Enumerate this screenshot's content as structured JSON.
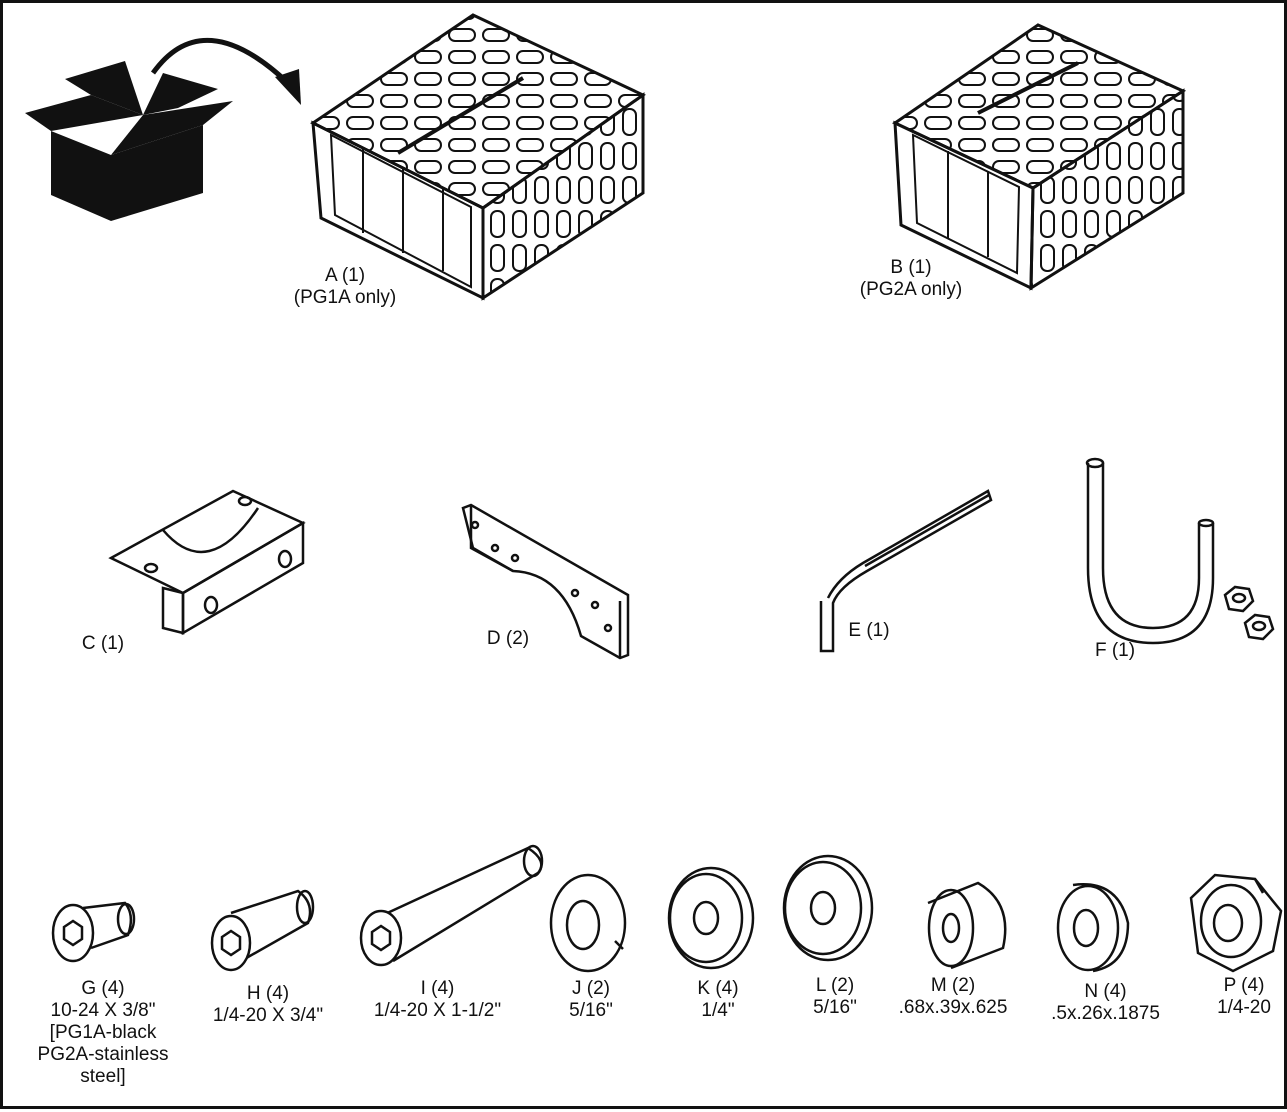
{
  "parts": {
    "A": {
      "label": "A (1)",
      "note": "(PG1A only)"
    },
    "B": {
      "label": "B (1)",
      "note": "(PG2A only)"
    },
    "C": {
      "label": "C (1)"
    },
    "D": {
      "label": "D (2)"
    },
    "E": {
      "label": "E (1)"
    },
    "F": {
      "label": "F (1)"
    },
    "G": {
      "label": "G (4)",
      "size": "10-24 X 3/8\"",
      "note1": "[PG1A-black",
      "note2": "PG2A-stainless",
      "note3": "steel]"
    },
    "H": {
      "label": "H (4)",
      "size": "1/4-20 X 3/4\""
    },
    "I": {
      "label": "I (4)",
      "size": "1/4-20 X 1-1/2\""
    },
    "J": {
      "label": "J (2)",
      "size": "5/16\""
    },
    "K": {
      "label": "K (4)",
      "size": "1/4\""
    },
    "L": {
      "label": "L (2)",
      "size": "5/16\""
    },
    "M": {
      "label": "M (2)",
      "size": ".68x.39x.625"
    },
    "N": {
      "label": "N (4)",
      "size": ".5x.26x.1875"
    },
    "P": {
      "label": "P (4)",
      "size": "1/4-20"
    }
  }
}
